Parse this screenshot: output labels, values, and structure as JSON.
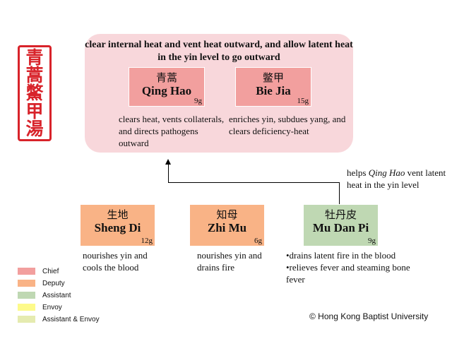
{
  "seal": {
    "chars": [
      "青",
      "蒿",
      "鱉",
      "甲",
      "湯"
    ]
  },
  "chief_panel": {
    "title": "clear internal heat and vent heat outward, and allow latent heat in the yin level to go outward"
  },
  "herbs": {
    "qing_hao": {
      "cn": "青蒿",
      "pinyin": "Qing Hao",
      "dose": "9g",
      "desc": "clears heat, vents collaterals, and directs pathogens outward"
    },
    "bie_jia": {
      "cn": "鳖甲",
      "pinyin": "Bie Jia",
      "dose": "15g",
      "desc": "enriches yin, subdues yang, and clears deficiency-heat"
    },
    "sheng_di": {
      "cn": "生地",
      "pinyin": "Sheng Di",
      "dose": "12g",
      "desc": "nourishes yin and cools the blood"
    },
    "zhi_mu": {
      "cn": "知母",
      "pinyin": "Zhi Mu",
      "dose": "6g",
      "desc": "nourishes yin and drains fire"
    },
    "mu_dan_pi": {
      "cn": "牡丹皮",
      "pinyin": "Mu Dan Pi",
      "dose": "9g",
      "desc_1": "•drains latent fire in the blood",
      "desc_2": "•relieves fever and steaming bone fever"
    }
  },
  "connector_note": {
    "before": "helps ",
    "italic": "Qing Hao",
    "after": " vent latent heat in the yin level"
  },
  "legend": [
    {
      "label": "Chief",
      "color": "#f29f9e"
    },
    {
      "label": "Deputy",
      "color": "#f9b386"
    },
    {
      "label": "Assistant",
      "color": "#bfd8b3"
    },
    {
      "label": "Envoy",
      "color": "#fdfa8a"
    },
    {
      "label": "Assistant & Envoy",
      "color": "#e5ebb0"
    }
  ],
  "copyright": "© Hong Kong Baptist University"
}
